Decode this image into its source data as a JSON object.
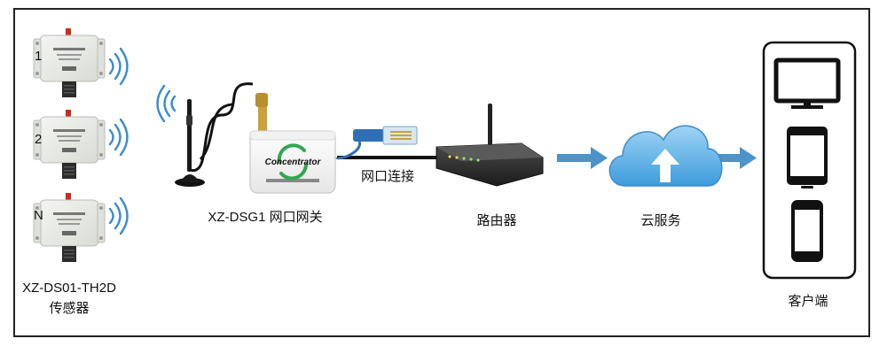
{
  "sensors": {
    "labels": [
      "1",
      "2",
      "N"
    ],
    "model": "XZ-DS01-TH2D",
    "caption": "传感器"
  },
  "gateway": {
    "brand": "Concentrator",
    "caption": "XZ-DSG1 网口网关"
  },
  "link": {
    "caption": "网口连接"
  },
  "router": {
    "caption": "路由器"
  },
  "cloud": {
    "caption": "云服务"
  },
  "client": {
    "caption": "客户端"
  },
  "colors": {
    "arrow": "#4b93c9",
    "signal": "#3a8bd0",
    "cloud": "#5fb3e8",
    "cable": "#2f6fb5",
    "sensor_body": "#e9ebe6",
    "router_body": "#2b2b2b"
  }
}
